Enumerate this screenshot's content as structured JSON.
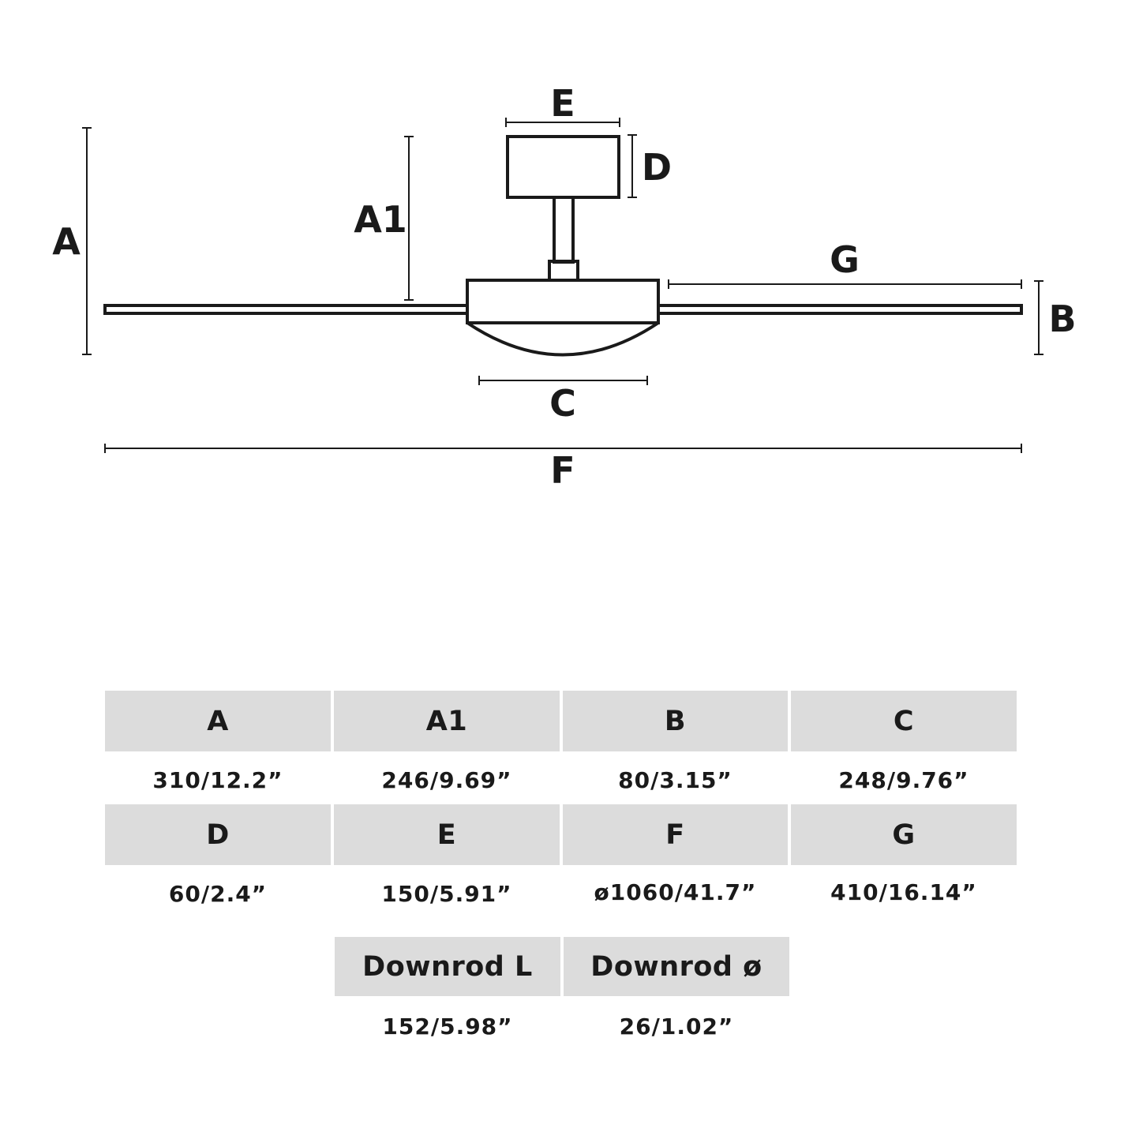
{
  "diagram": {
    "labels": {
      "A": "A",
      "A1": "A1",
      "B": "B",
      "C": "C",
      "D": "D",
      "E": "E",
      "F": "F",
      "G": "G"
    }
  },
  "table": {
    "cells": [
      {
        "label": "A",
        "value": "310/12.2”"
      },
      {
        "label": "A1",
        "value": "246/9.69”"
      },
      {
        "label": "B",
        "value": "80/3.15”"
      },
      {
        "label": "C",
        "value": "248/9.76”"
      },
      {
        "label": "D",
        "value": "60/2.4”"
      },
      {
        "label": "E",
        "value": "150/5.91”"
      },
      {
        "label": "F",
        "value": "ø1060/41.7”"
      },
      {
        "label": "G",
        "value": "410/16.14”"
      },
      {
        "label": "Downrod L",
        "value": "152/5.98”"
      },
      {
        "label": "Downrod ø",
        "value": "26/1.02”"
      }
    ]
  },
  "colors": {
    "line": "#1a1a1a",
    "header_bg": "#dcdcdc"
  }
}
